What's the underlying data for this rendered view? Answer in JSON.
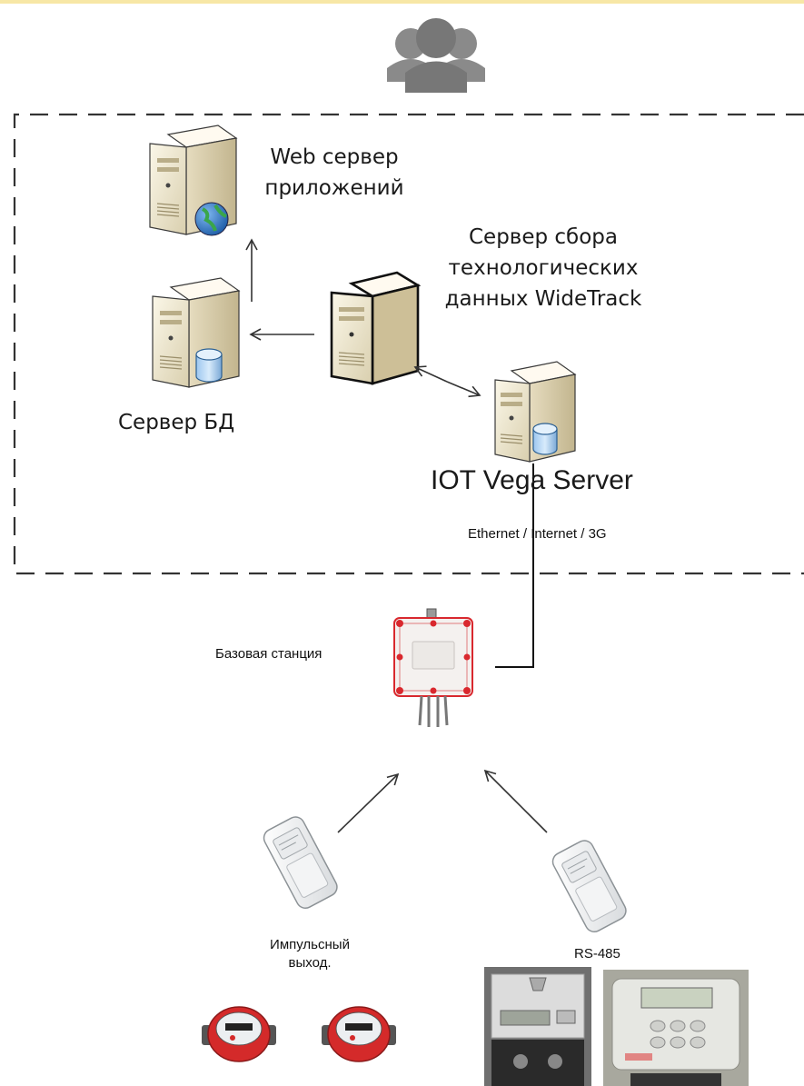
{
  "labels": {
    "web_server": "Web сервер\nприложений",
    "collector_server": "Сервер сбора\nтехнологических\nданных WideTrack",
    "db_server": "Сервер БД",
    "iot_server": "IOT Vega Server",
    "network": "Ethernet / Internet / 3G",
    "base_station": "Базовая станция",
    "pulse_output": "Импульсный\nвыход.",
    "rs485": "RS-485"
  },
  "icons": {
    "users": "users-group-icon",
    "web_server": "web-server-globe-icon",
    "db_server": "database-server-icon",
    "collector_server": "server-tower-icon",
    "iot_server": "iot-server-database-icon",
    "base_station": "base-station-antenna-icon",
    "modem_left": "lora-modem-icon",
    "modem_right": "lora-modem-icon",
    "water_meter": "water-meter-icon",
    "electric_meter": "electric-meter-icon",
    "heat_meter": "heat-meter-icon"
  },
  "colors": {
    "server_body": "#f2ecd6",
    "server_dark": "#1a1a1a",
    "base_station_red": "#d9282e",
    "meter_red": "#d42a2a",
    "dash_border": "#333333",
    "users_gray": "#8a8a8a"
  }
}
